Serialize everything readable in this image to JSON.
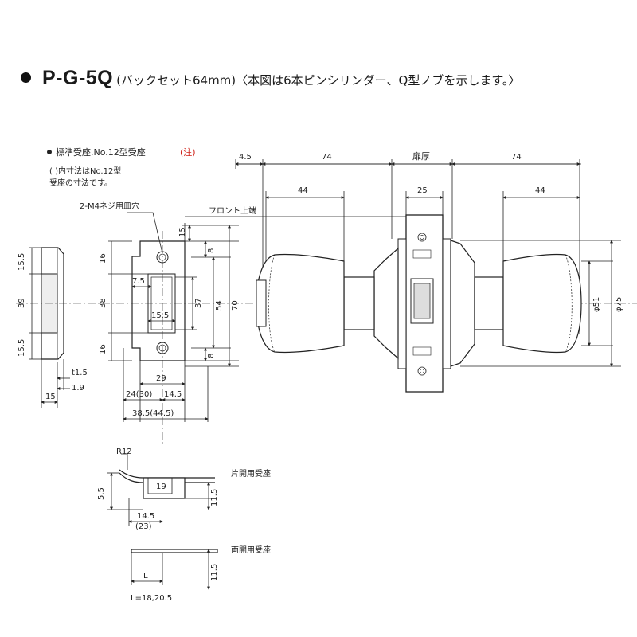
{
  "title": {
    "model": "P-G-5Q",
    "subtitle": "(バックセット64mm)〈本図は6本ピンシリンダー、Q型ノブを示します。〉"
  },
  "strike_note": {
    "heading": "標準受座.No.12型受座",
    "heading_note": "(注)",
    "paren_line": "(   )内寸法はNo.12型",
    "paren_line2": "受座の寸法です。"
  },
  "labels": {
    "screw_hole": "2-M4ネジ用皿穴",
    "front_top": "フロント上端",
    "door_thickness": "扉厚",
    "single_strike": "片開用受座",
    "double_strike": "両開用受座",
    "l_value": "L=18,20.5",
    "r12": "R12",
    "l_short": "L"
  },
  "dims": {
    "d4_5": "4.5",
    "d74_left": "74",
    "d74_right": "74",
    "d44_left": "44",
    "d44_right": "44",
    "d25": "25",
    "d15_5_top": "15.5",
    "d39": "39",
    "d15_5_bot": "15.5",
    "d16_top": "16",
    "d38": "38",
    "d16_bot": "16",
    "d15_top": "15",
    "d8_top": "8",
    "d37": "37",
    "d54": "54",
    "d70": "70",
    "d8_bot": "8",
    "d7_5": "7.5",
    "d15_5_mid": "15.5",
    "d29": "29",
    "d24_30": "24(30)",
    "d14_5": "14.5",
    "d38_5": "38.5(44.5)",
    "t1_5": "t1.5",
    "d1_9": "1.9",
    "d15_side": "15",
    "phi51": "φ51",
    "phi75": "φ75",
    "d5_5": "5.5",
    "d19": "19",
    "d11_5_a": "11.5",
    "d14_5_b": "14.5",
    "d23": "(23)",
    "d11_5_b": "11.5"
  },
  "colors": {
    "line": "#222222",
    "red_note": "#d0241b",
    "fill": "#ffffff"
  }
}
